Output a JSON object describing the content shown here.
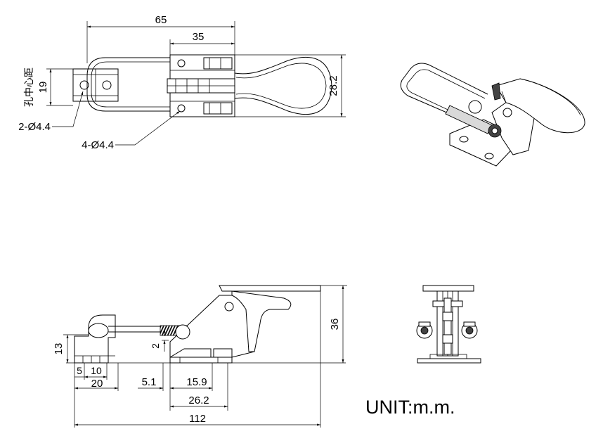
{
  "top_view": {
    "dim_overall_length": "65",
    "dim_body_length": "35",
    "dim_hole_spacing": "19",
    "dim_hole_spacing_label_cn": "孔中心距",
    "dim_width": "28.2",
    "callout_catch_holes": "2-Ø4.4",
    "callout_base_holes": "4-Ø4.4"
  },
  "side_view": {
    "dim_total_length": "112",
    "dim_height": "36",
    "dim_catch_height": "13",
    "dim_catch_5": "5",
    "dim_catch_10": "10",
    "dim_catch_20": "20",
    "dim_rod_offset": "2",
    "dim_base_5_1": "5.1",
    "dim_base_15_9": "15.9",
    "dim_base_26_2": "26.2"
  },
  "unit_label": "UNIT:m.m."
}
